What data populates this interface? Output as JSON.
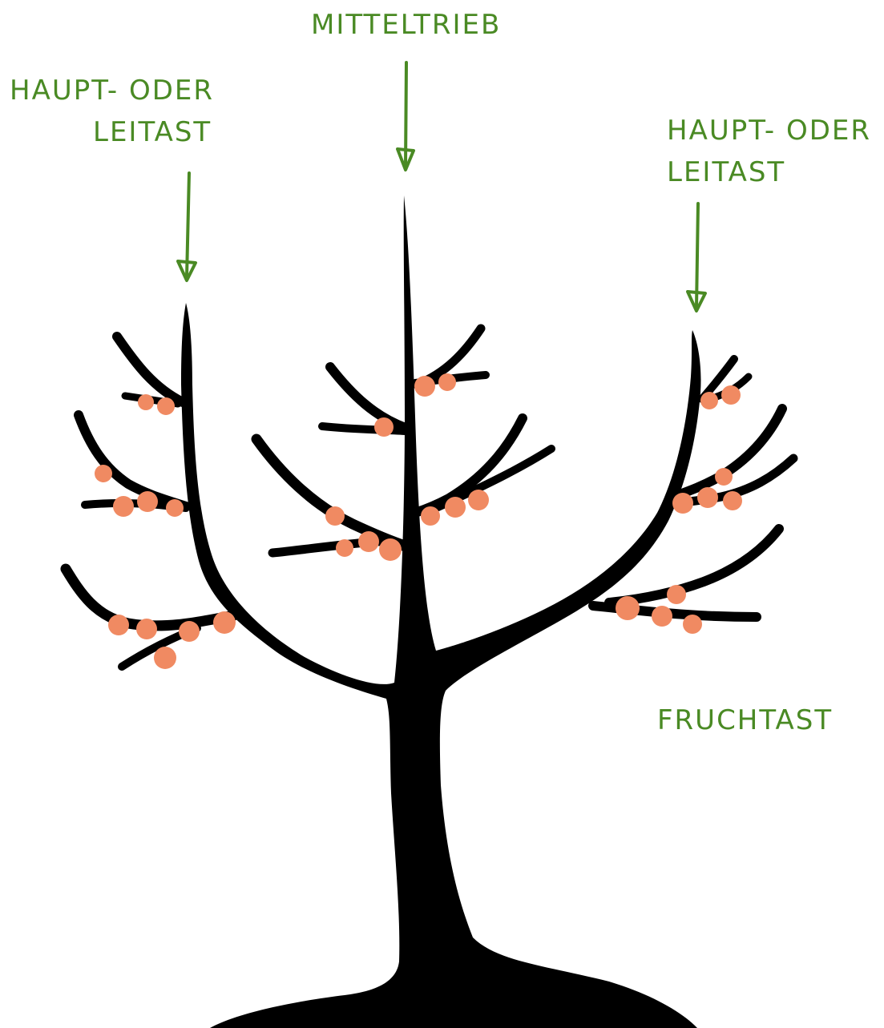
{
  "labels": {
    "mitteltrieb": "MITTELTRIEB",
    "left_leitast_line1": "HAUPT- ODER",
    "left_leitast_line2": "LEITAST",
    "right_leitast_line1": "HAUPT- ODER",
    "right_leitast_line2": "LEITAST",
    "fruchtast": "FRUCHTAST"
  },
  "colors": {
    "label_green": "#4a8a24",
    "tree_black": "#000000",
    "fruit_orange": "#f08a62",
    "background": "#ffffff"
  },
  "icons": {
    "arrow": "down-arrow-icon"
  }
}
